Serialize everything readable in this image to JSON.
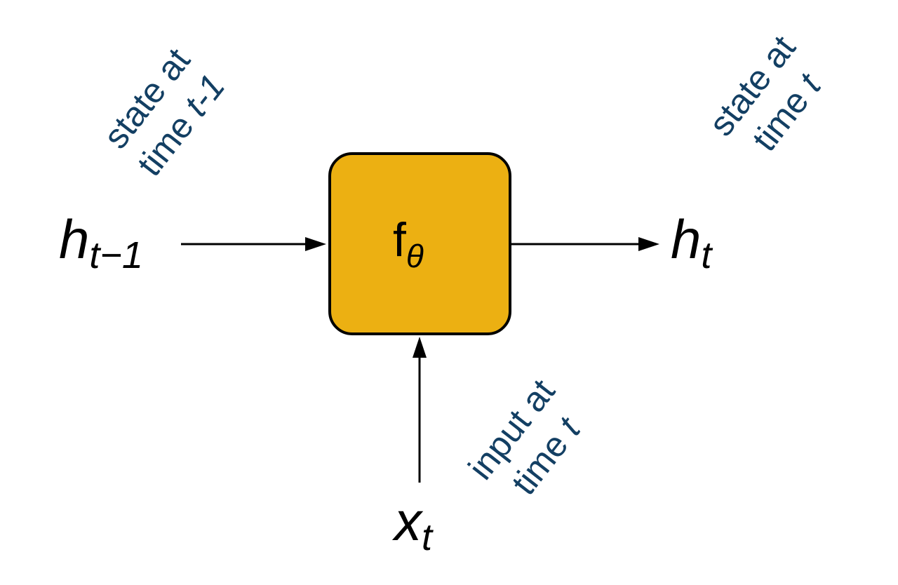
{
  "colors": {
    "box_fill": "#ECB012",
    "label_text": "#133F63",
    "stroke": "#000000"
  },
  "function_box": {
    "symbol": "f",
    "subscript": "θ"
  },
  "prev_state": {
    "symbol": "h",
    "subscript": "t−1",
    "label_line1": "state at",
    "label_line2_prefix": "time ",
    "label_line2_var": "t-1"
  },
  "next_state": {
    "symbol": "h",
    "subscript": "t",
    "label_line1": "state at",
    "label_line2_prefix": "time ",
    "label_line2_var": "t"
  },
  "input": {
    "symbol": "x",
    "subscript": "t",
    "label_line1": "input at",
    "label_line2_prefix": "time ",
    "label_line2_var": "t"
  }
}
